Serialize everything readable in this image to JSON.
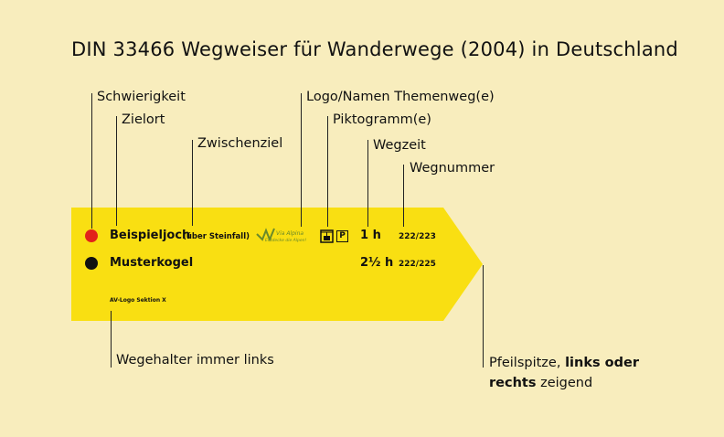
{
  "title": "DIN 33466 Wegweiser für Wanderwege (2004) in Deutschland",
  "labels": {
    "difficulty": "Schwierigkeit",
    "destination": "Zielort",
    "intermediate": "Zwischenziel",
    "logo_theme": "Logo/Namen Themenweg(e)",
    "pictogram": "Piktogramm(e)",
    "walking_time": "Wegzeit",
    "route_number": "Wegnummer",
    "holder": "Wegehalter immer links",
    "arrow_tip_pre": "Pfeilspitze, ",
    "arrow_tip_bold1": "links oder",
    "arrow_tip_bold2": "rechts",
    "arrow_tip_post": " zeigend"
  },
  "sign": {
    "colors": {
      "background": "#f8edbd",
      "sign": "#f9df12",
      "red_dot": "#e2231a",
      "black_dot": "#111111"
    },
    "row1": {
      "difficulty_color": "red",
      "destination": "Beispieljoch",
      "via": "(über Steinfall)",
      "logo_line1": "Via Alpina",
      "logo_line2": "Entdecke die Alpen!",
      "pictogram_1": "cable-car-icon",
      "pictogram_2": "P",
      "time": "1 h",
      "route": "222/223"
    },
    "row2": {
      "difficulty_color": "black",
      "destination": "Musterkogel",
      "time": "2½ h",
      "route": "222/225"
    },
    "holder_text": "AV-Logo Sektion X"
  }
}
